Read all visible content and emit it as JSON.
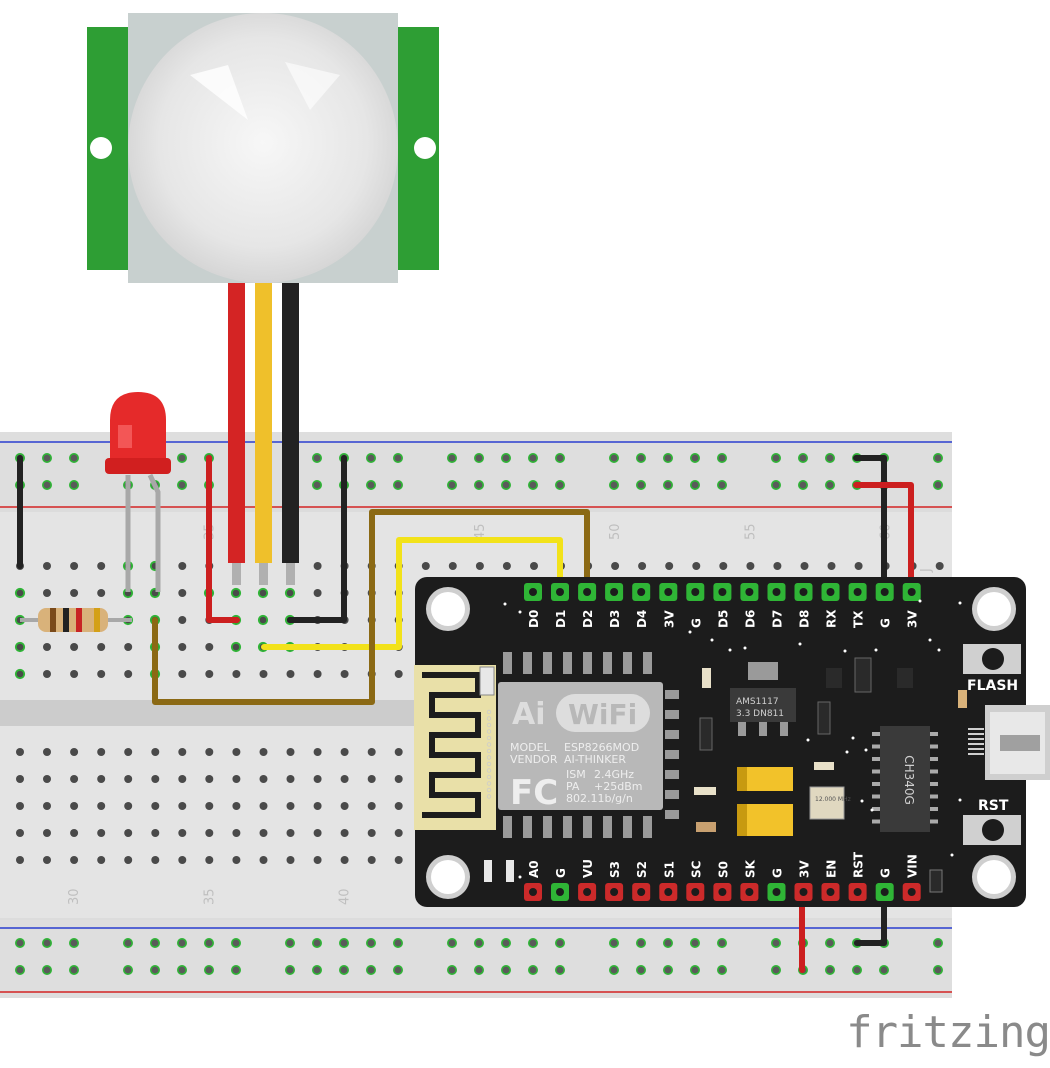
{
  "breadboard": {
    "column_numbers_top": [
      {
        "text": "35",
        "col": 35
      },
      {
        "text": "45",
        "col": 45
      },
      {
        "text": "50",
        "col": 50
      },
      {
        "text": "55",
        "col": 55
      },
      {
        "text": "60",
        "col": 60
      }
    ],
    "column_numbers_bottom": [
      {
        "text": "30",
        "col": 30
      },
      {
        "text": "35",
        "col": 35
      },
      {
        "text": "40",
        "col": 40
      }
    ],
    "row_letter": "J"
  },
  "nodemcu": {
    "top_pins": [
      "D0",
      "D1",
      "D2",
      "D3",
      "D4",
      "3V",
      "G",
      "D5",
      "D6",
      "D7",
      "D8",
      "RX",
      "TX",
      "G",
      "3V"
    ],
    "bottom_pins": [
      "A0",
      "G",
      "VU",
      "S3",
      "S2",
      "S1",
      "SC",
      "S0",
      "SK",
      "G",
      "3V",
      "EN",
      "RST",
      "G",
      "VIN"
    ],
    "flash_label": "FLASH",
    "rst_label": "RST",
    "module": {
      "ai_logo": "Ai",
      "wifi_logo": "WiFi",
      "model_label": "MODEL",
      "model_value": "ESP8266MOD",
      "vendor_label": "VENDOR",
      "vendor_value": "AI-THINKER",
      "fc_logo": "FC",
      "ism_label": "ISM",
      "ism_value": "2.4GHz",
      "pa_label": "PA",
      "pa_value": "+25dBm",
      "standard": "802.11b/g/n"
    },
    "regulator_line1": "AMS1117",
    "regulator_line2": "3.3 DN811",
    "usb_chip_text": "CH340G",
    "crystal_text": "12.000 MHz"
  },
  "colors": {
    "wire_red": "#cc1f1f",
    "wire_black": "#222222",
    "wire_yellow": "#f2e21a",
    "wire_brown": "#8b6914",
    "pcb": "#1c1c1c",
    "pir_green": "#2e9e34",
    "pin_green": "#2fb536",
    "pin_red": "#cc2a2a"
  },
  "brand": "fritzing"
}
